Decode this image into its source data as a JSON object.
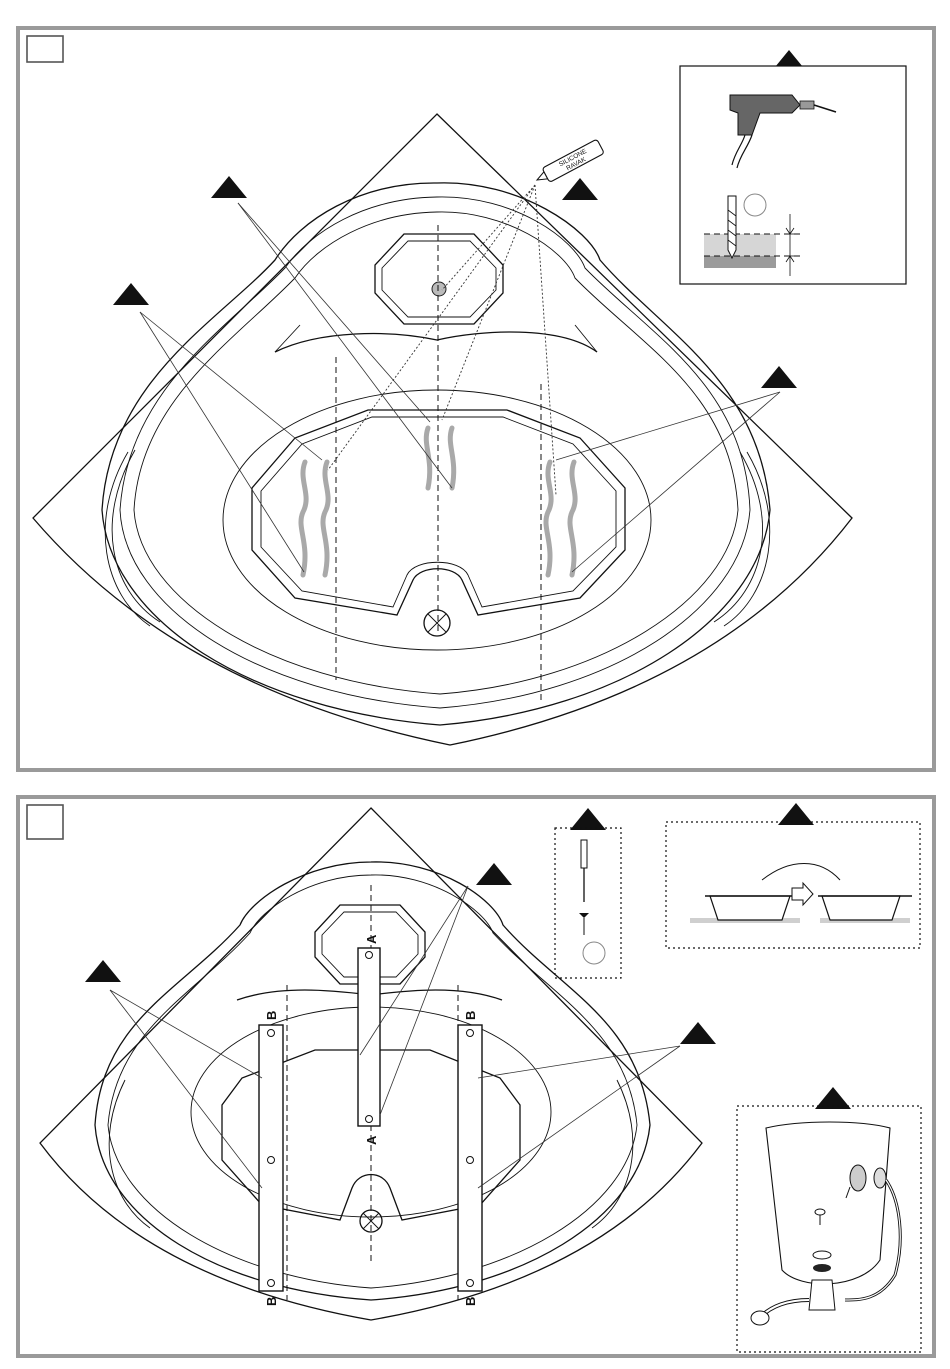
{
  "panels": [
    {
      "id": "panel-1",
      "step_number": "",
      "silicone_tube": {
        "line1": "SILICONE",
        "line2": "RAVAK"
      },
      "drill_inset": {
        "marker_text": ""
      }
    },
    {
      "id": "panel-2",
      "step_number": "",
      "rail_labels": {
        "a_top": "A",
        "a_bottom": "A",
        "b_left_top": "B",
        "b_left_bottom": "B",
        "b_right_top": "B",
        "b_right_bottom": "B"
      },
      "tool_inset": {
        "marker_text": ""
      }
    }
  ],
  "colors": {
    "frame": "#9a9a9a",
    "ink": "#111111",
    "silicone": "#a9a9a9",
    "floor": "#9b9b9b",
    "surface": "#d6d6d6"
  }
}
